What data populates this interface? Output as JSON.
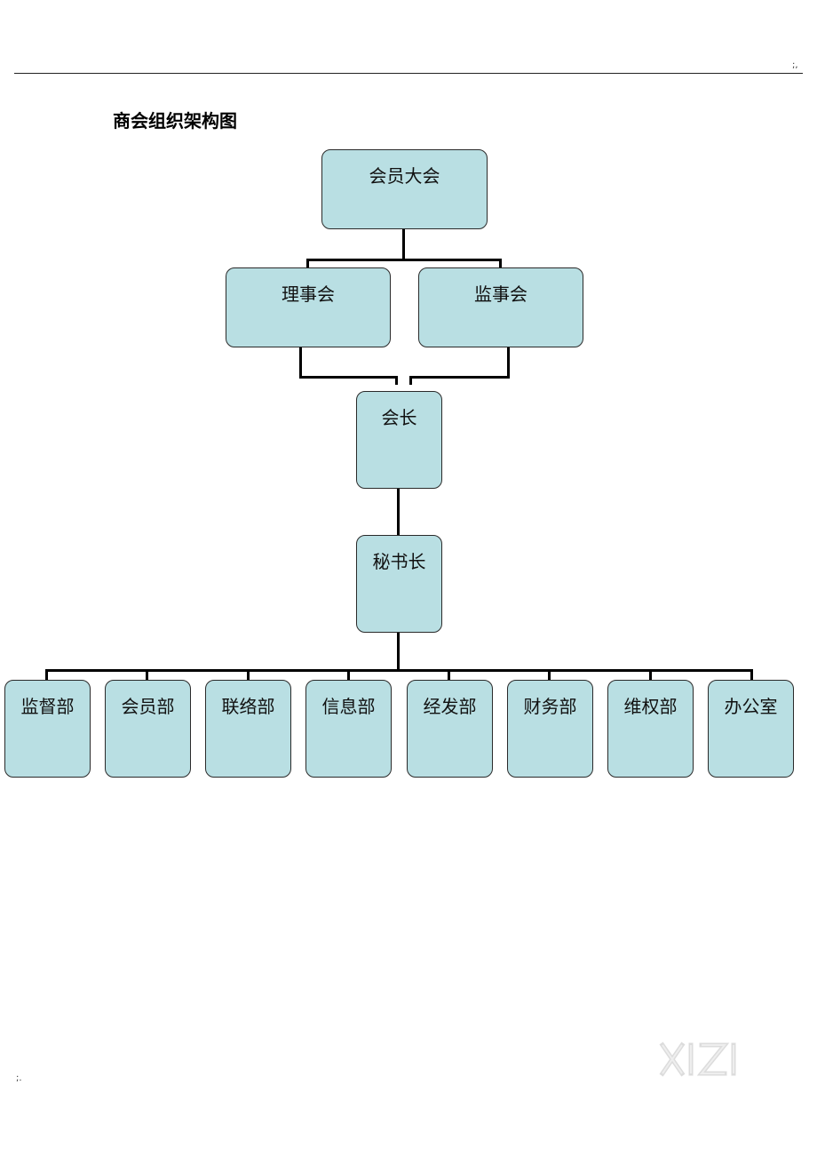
{
  "document": {
    "header_mark": ";,",
    "footer_mark": ";.",
    "title": "商会组织架构图",
    "watermark": "XIZI"
  },
  "org_chart": {
    "level1": {
      "label": "会员大会"
    },
    "level2": [
      {
        "label": "理事会"
      },
      {
        "label": "监事会"
      }
    ],
    "level3": {
      "label": "会长"
    },
    "level4": {
      "label": "秘书长"
    },
    "departments": [
      {
        "label": "监督部"
      },
      {
        "label": "会员部"
      },
      {
        "label": "联络部"
      },
      {
        "label": "信息部"
      },
      {
        "label": "经发部"
      },
      {
        "label": "财务部"
      },
      {
        "label": "维权部"
      },
      {
        "label": "办公室"
      }
    ],
    "colors": {
      "box_fill": "#b9dfe3",
      "box_border": "#2a2a2a",
      "connector": "#000000"
    }
  }
}
